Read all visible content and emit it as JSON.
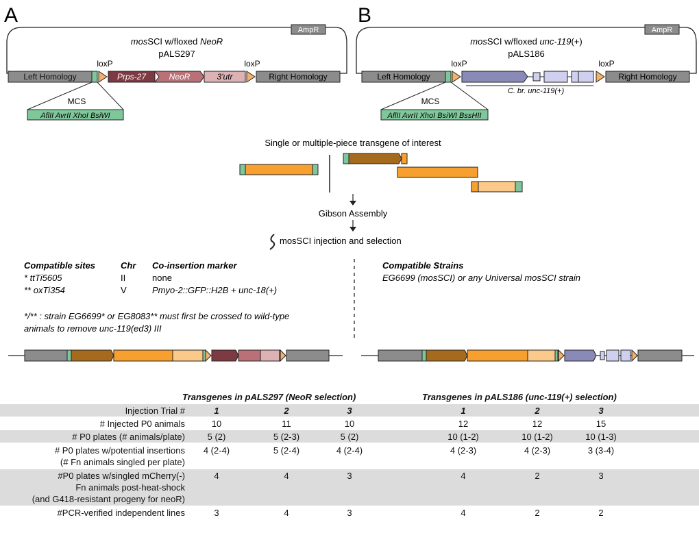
{
  "panelA": {
    "letter": "A",
    "ampr": "AmpR",
    "title_ital": "mos",
    "title_rest": "SCI w/floxed ",
    "title_marker": "NeoR",
    "plasmid": "pALS297",
    "loxp1": "loxP",
    "loxp2": "loxP",
    "left_homology": "Left Homology",
    "right_homology": "Right Homology",
    "prps": "Prps-27",
    "neor": "NeoR",
    "utr": "3'utr",
    "mcs": "MCS",
    "mcs_sites": "AflII AvrII XhoI BsiWI"
  },
  "panelB": {
    "letter": "B",
    "ampr": "AmpR",
    "title_ital": "mos",
    "title_rest": "SCI w/floxed ",
    "title_marker": "unc-119",
    "title_tail": "(+)",
    "plasmid": "pALS186",
    "loxp1": "loxP",
    "loxp2": "loxP",
    "left_homology": "Left Homology",
    "right_homology": "Right Homology",
    "cbr": "C. br. unc-119(+)",
    "mcs": "MCS",
    "mcs_sites": "AflII AvrII XhoI BsiWI BssHII"
  },
  "flow": {
    "transgene_title": "Single or multiple-piece transgene of interest",
    "gibson": "Gibson Assembly",
    "injection": "mosSCI injection and selection"
  },
  "sites": {
    "h_sites": "Compatible sites",
    "h_chr": "Chr",
    "h_marker": "Co-insertion marker",
    "rows": [
      {
        "site": "* ttTi5605",
        "chr": "II",
        "marker": "none"
      },
      {
        "site": "** oxTi354",
        "chr": "V",
        "marker": "Pmyo-2::GFP::H2B + unc-18(+)"
      }
    ],
    "note1": "*/** : strain EG6699* or EG8083** must first be crossed to wild-type",
    "note2": "animals to remove unc-119(ed3) III"
  },
  "strains": {
    "heading": "Compatible Strains",
    "text": "EG6699 (mosSCI) or any Universal mosSCI strain"
  },
  "table": {
    "group1": "Transgenes in pALS297 (NeoR selection)",
    "group2": "Transgenes in pALS186 (unc-119(+) selection)",
    "rows": [
      {
        "label": [
          "Injection Trial #"
        ],
        "values": [
          "1",
          "2",
          "3",
          "1",
          "2",
          "3"
        ]
      },
      {
        "label": [
          "# Injected P0 animals"
        ],
        "values": [
          "10",
          "11",
          "10",
          "12",
          "12",
          "15"
        ]
      },
      {
        "label": [
          "# P0 plates (# animals/plate)"
        ],
        "values": [
          "5 (2)",
          "5 (2-3)",
          "5 (2)",
          "10 (1-2)",
          "10 (1-2)",
          "10 (1-3)"
        ]
      },
      {
        "label": [
          "# P0 plates w/potential insertions",
          "(# Fn animals singled per plate)"
        ],
        "values": [
          "4 (2-4)",
          "5 (2-4)",
          "4 (2-4)",
          "4 (2-3)",
          "4 (2-3)",
          "3 (3-4)"
        ]
      },
      {
        "label": [
          "#P0 plates w/singled mCherry(-)",
          "Fn animals post-heat-shock",
          "(and G418-resistant progeny for neoR)"
        ],
        "values": [
          "4",
          "4",
          "3",
          "4",
          "2",
          "3"
        ]
      },
      {
        "label": [
          "#PCR-verified independent lines"
        ],
        "values": [
          "3",
          "4",
          "3",
          "4",
          "2",
          "2"
        ]
      }
    ]
  },
  "colors": {
    "gray": "#8c8c8c",
    "green": "#7fc79a",
    "orange": "#f7a030",
    "light_orange": "#fbc98a",
    "brown": "#a66a1e",
    "dark_red": "#7d3a42",
    "mid_red": "#b97076",
    "pink": "#dcb2b4",
    "lavender": "#8a8ab8",
    "light_lavender": "#cfcff0",
    "loxp": "#f5b06a",
    "table_shade": "#dcdcdc"
  }
}
